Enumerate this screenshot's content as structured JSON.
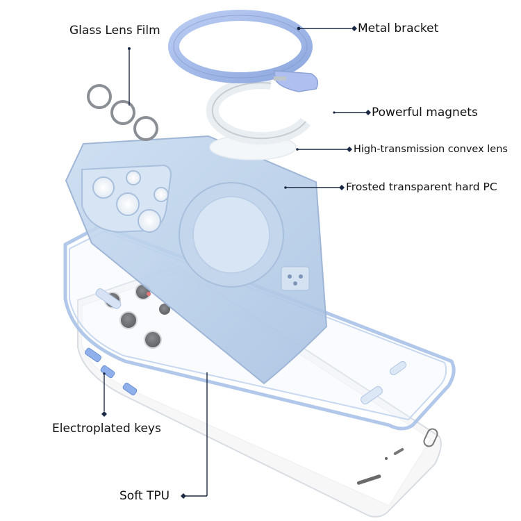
{
  "labels": {
    "glass_lens_film": "Glass Lens Film",
    "metal_bracket": "Metal bracket",
    "powerful_magnets": "Powerful magnets",
    "convex_lens": "High-transmission convex lens",
    "frosted_pc": "Frosted transparent hard PC",
    "electroplated_keys": "Electroplated keys",
    "soft_tpu": "Soft TPU"
  },
  "colors": {
    "accent_blue": "#9db5e6",
    "frosted_blue": "#bcd3ec",
    "tpu_edge": "#a9c2e8",
    "leader_line": "#1b2a44",
    "phone_body": "#f7f7f7"
  }
}
